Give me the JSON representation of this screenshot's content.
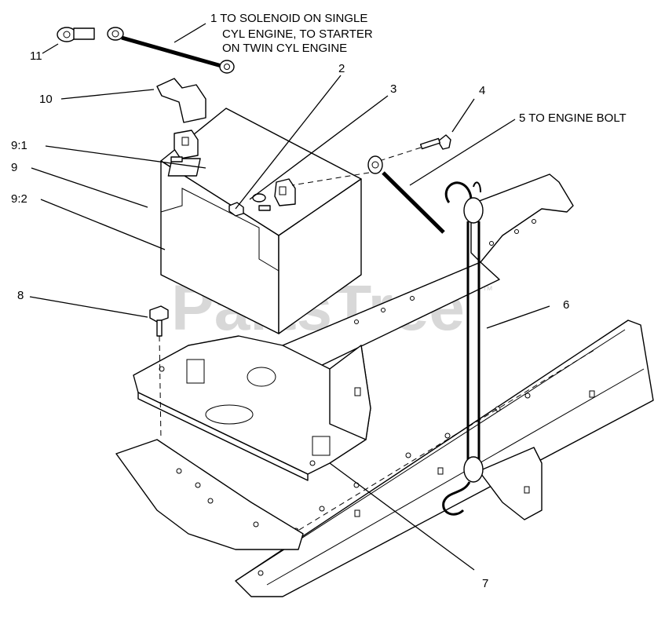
{
  "watermark": {
    "brand": "PartsTree",
    "mark": "™"
  },
  "callouts": {
    "c1": {
      "line1": "1 TO SOLENOID ON SINGLE",
      "line2": "CYL ENGINE, TO STARTER",
      "line3": "ON TWIN CYL ENGINE"
    },
    "c2": "2",
    "c3": "3",
    "c4": "4",
    "c5": "5 TO ENGINE BOLT",
    "c6": "6",
    "c7": "7",
    "c8": "8",
    "c9": "9",
    "c9_1": "9:1",
    "c9_2": "9:2",
    "c10": "10",
    "c11": "11"
  }
}
